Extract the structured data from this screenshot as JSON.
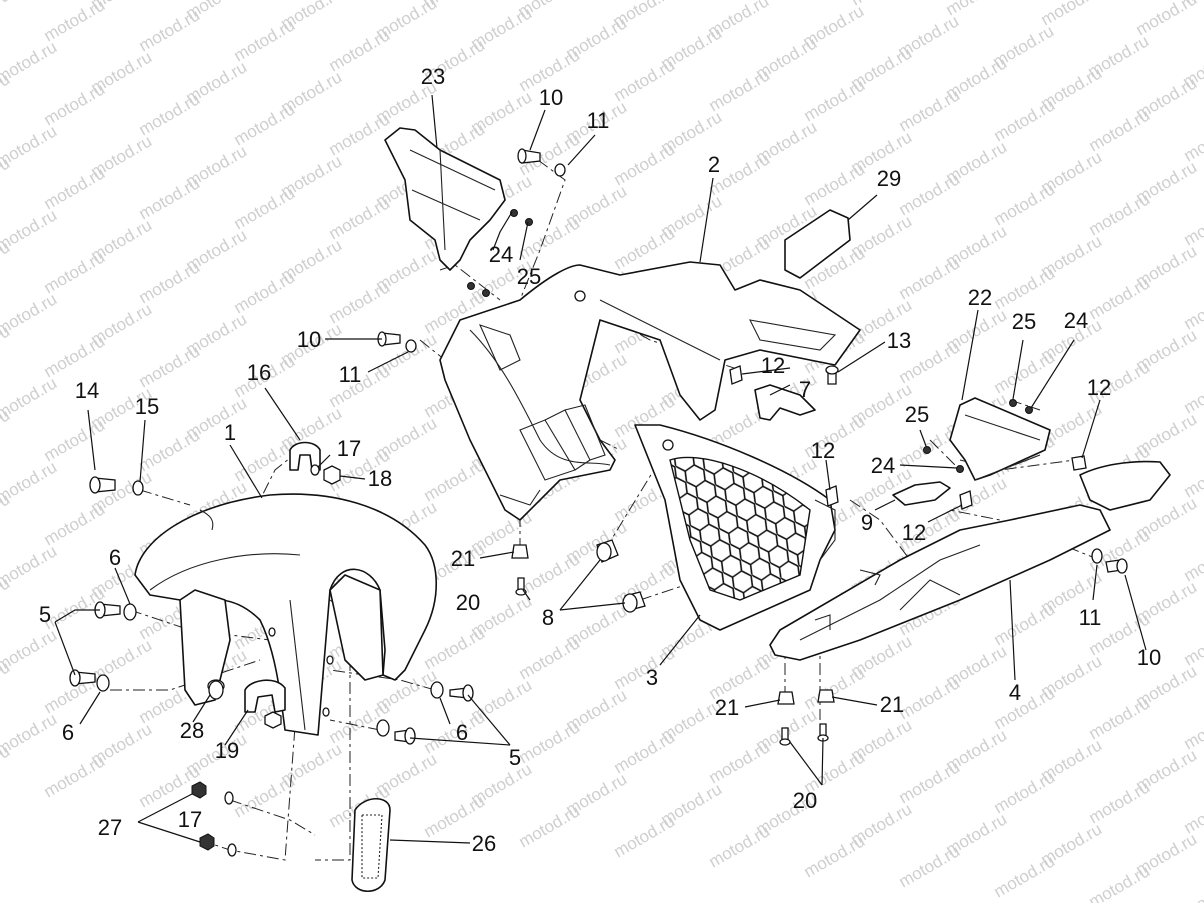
{
  "watermark": "motod.ru",
  "callouts": [
    {
      "id": "c1",
      "text": "1"
    },
    {
      "id": "c2",
      "text": "2"
    },
    {
      "id": "c3",
      "text": "3"
    },
    {
      "id": "c4",
      "text": "4"
    },
    {
      "id": "c5a",
      "text": "5"
    },
    {
      "id": "c5b",
      "text": "5"
    },
    {
      "id": "c6a",
      "text": "6"
    },
    {
      "id": "c6b",
      "text": "6"
    },
    {
      "id": "c6c",
      "text": "6"
    },
    {
      "id": "c7",
      "text": "7"
    },
    {
      "id": "c8",
      "text": "8"
    },
    {
      "id": "c9",
      "text": "9"
    },
    {
      "id": "c10a",
      "text": "10"
    },
    {
      "id": "c10b",
      "text": "10"
    },
    {
      "id": "c10c",
      "text": "10"
    },
    {
      "id": "c11a",
      "text": "11"
    },
    {
      "id": "c11b",
      "text": "11"
    },
    {
      "id": "c11c",
      "text": "11"
    },
    {
      "id": "c12a",
      "text": "12"
    },
    {
      "id": "c12b",
      "text": "12"
    },
    {
      "id": "c12c",
      "text": "12"
    },
    {
      "id": "c12d",
      "text": "12"
    },
    {
      "id": "c13",
      "text": "13"
    },
    {
      "id": "c14",
      "text": "14"
    },
    {
      "id": "c15",
      "text": "15"
    },
    {
      "id": "c16",
      "text": "16"
    },
    {
      "id": "c17a",
      "text": "17"
    },
    {
      "id": "c17b",
      "text": "17"
    },
    {
      "id": "c18",
      "text": "18"
    },
    {
      "id": "c19",
      "text": "19"
    },
    {
      "id": "c20a",
      "text": "20"
    },
    {
      "id": "c20b",
      "text": "20"
    },
    {
      "id": "c21a",
      "text": "21"
    },
    {
      "id": "c21b",
      "text": "21"
    },
    {
      "id": "c21c",
      "text": "21"
    },
    {
      "id": "c22",
      "text": "22"
    },
    {
      "id": "c23",
      "text": "23"
    },
    {
      "id": "c24a",
      "text": "24"
    },
    {
      "id": "c24b",
      "text": "24"
    },
    {
      "id": "c24c",
      "text": "24"
    },
    {
      "id": "c25a",
      "text": "25"
    },
    {
      "id": "c25b",
      "text": "25"
    },
    {
      "id": "c25c",
      "text": "25"
    },
    {
      "id": "c26",
      "text": "26"
    },
    {
      "id": "c27",
      "text": "27"
    },
    {
      "id": "c28",
      "text": "28"
    },
    {
      "id": "c29",
      "text": "29"
    }
  ]
}
